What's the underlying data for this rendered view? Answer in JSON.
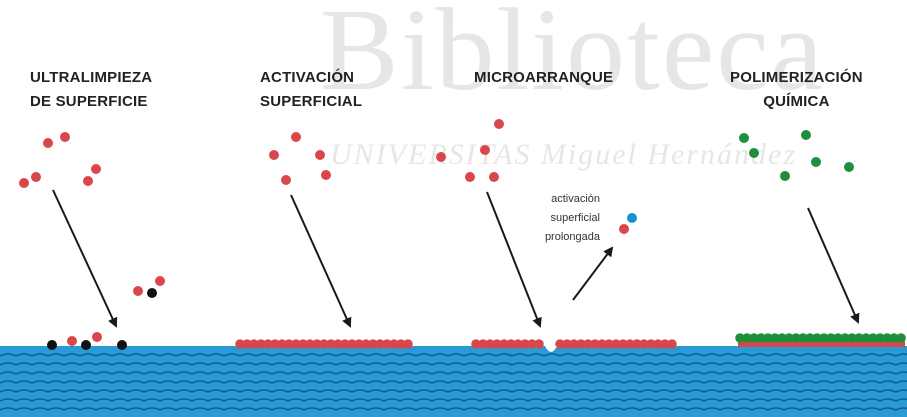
{
  "watermark": {
    "main": "Biblioteca",
    "sub": "UNIVERSITAS Miguel Hernández"
  },
  "panels": [
    {
      "line1": "ULTRALIMPIEZA",
      "line2": "DE SUPERFICIE"
    },
    {
      "line1": "ACTIVACIÓN",
      "line2": "SUPERFICIAL"
    },
    {
      "line1": "MICROARRANQUE",
      "line2": ""
    },
    {
      "line1": "POLIMERIZACIÓN",
      "line2": "QUÍMICA"
    }
  ],
  "annotation": {
    "line1": "activación",
    "line2": "superficial",
    "line3": "prolongada"
  },
  "colors": {
    "substrate": "#2a9ad6",
    "wave": "#0d5f95",
    "red_particle": "#d8474b",
    "black_particle": "#111111",
    "green_particle": "#1f8f3a",
    "blue_particle": "#1a90d0",
    "arrow": "#1a1a1a"
  }
}
